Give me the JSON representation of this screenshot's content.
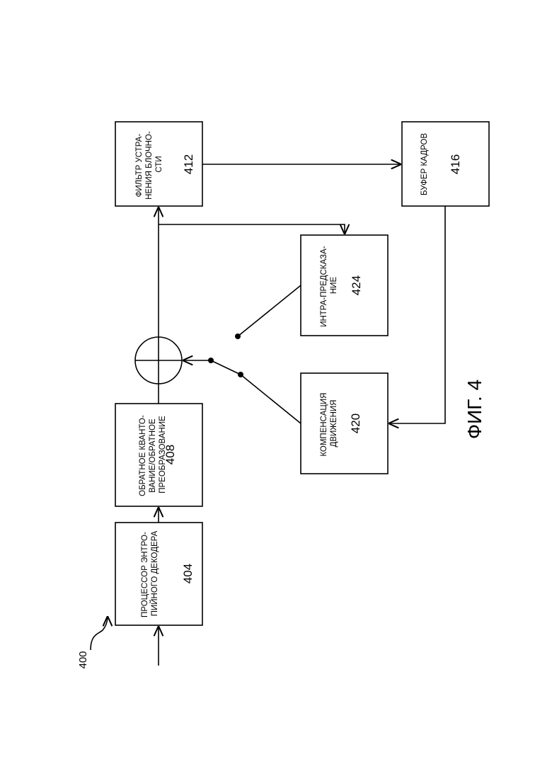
{
  "figure": {
    "ref_label": "400",
    "caption": "ФИГ. 4"
  },
  "blocks": {
    "entropy": {
      "lines": [
        "ПРОЦЕССОР ЭНТРО-",
        "ПИЙНОГО ДЕКОДЕРА"
      ],
      "number": "404"
    },
    "inverse": {
      "lines": [
        "ОБРАТНОЕ КВАНТО-",
        "ВАНИЕ/ОБРАТНОЕ",
        "ПРЕОБРАЗОВАНИЕ"
      ],
      "number": "408"
    },
    "deblock": {
      "lines": [
        "ФИЛЬТР УСТРА-",
        "НЕНИЯ БЛОЧНО-",
        "СТИ"
      ],
      "number": "412"
    },
    "buffer": {
      "lines": [
        "БУФЕР КАДРОВ"
      ],
      "number": "416"
    },
    "motion": {
      "lines": [
        "КОМПЕНСАЦИЯ",
        "ДВИЖЕНИЯ"
      ],
      "number": "420"
    },
    "intra": {
      "lines": [
        "ИНТРА-ПРЕДСКАЗА-",
        "НИЕ"
      ],
      "number": "424"
    }
  }
}
